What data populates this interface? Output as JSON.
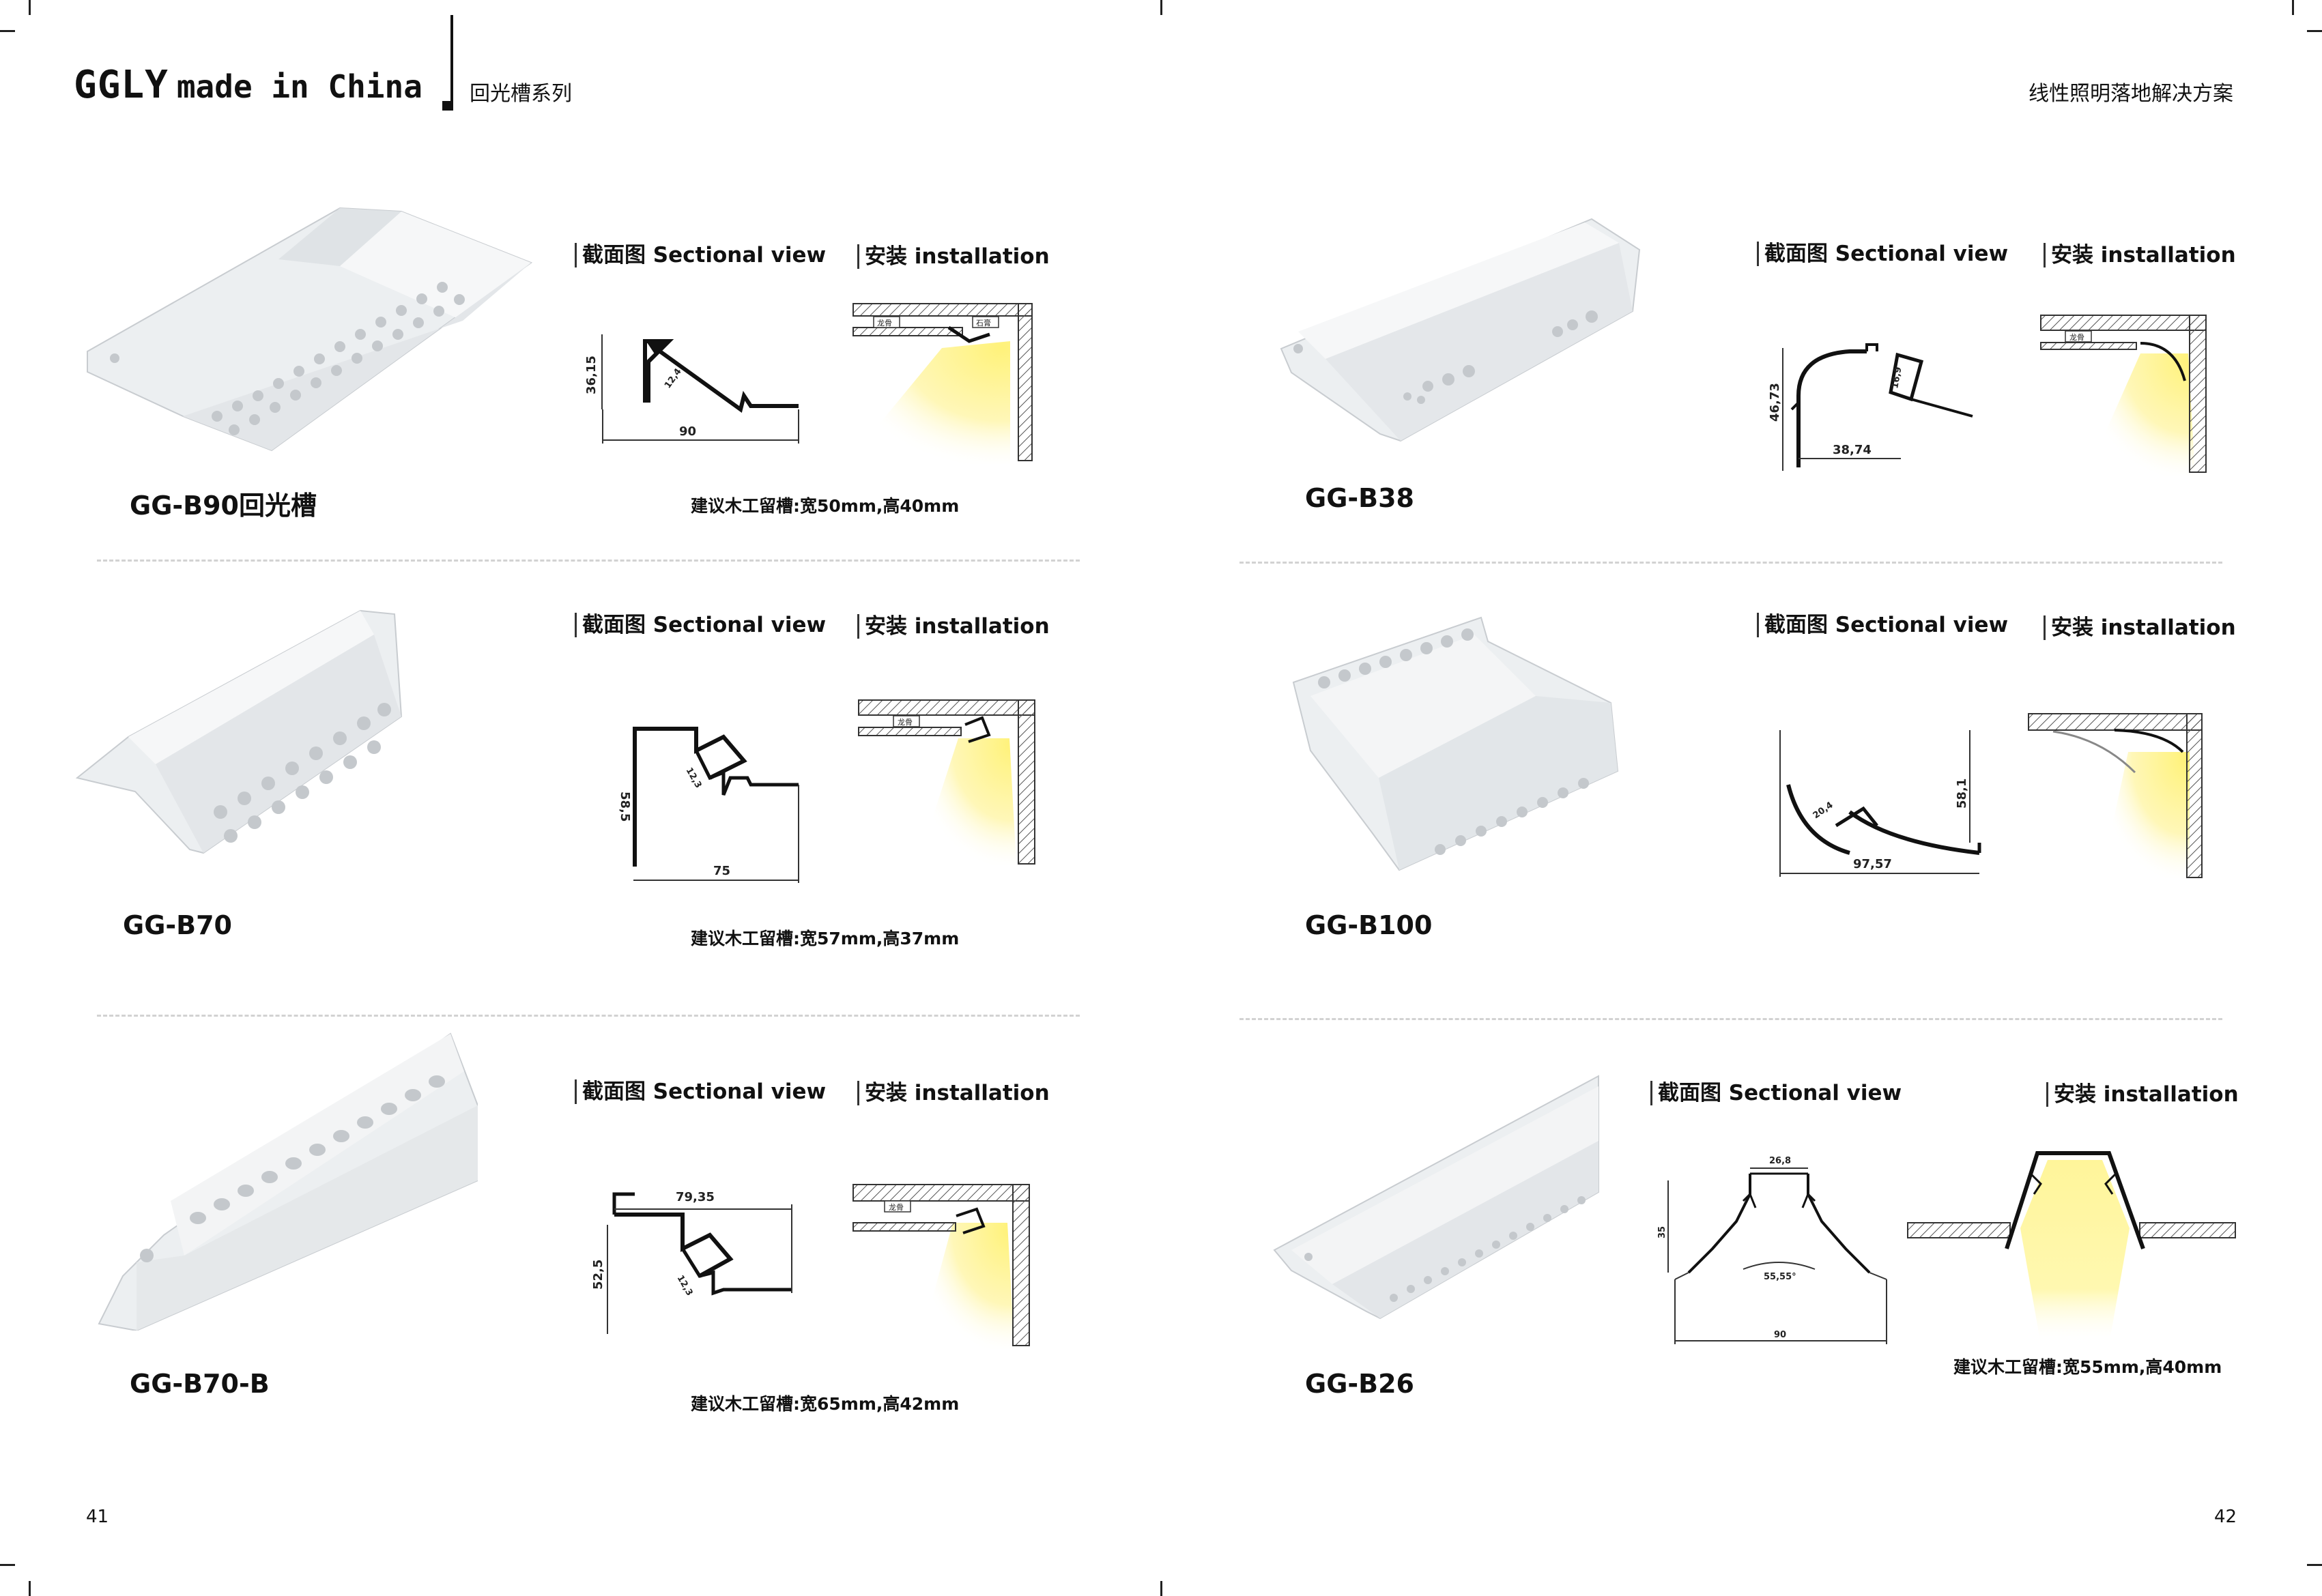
{
  "header": {
    "brand": "GGLY",
    "tagline": "made in China",
    "series": "回光槽系列",
    "right_title": "线性照明落地解决方案"
  },
  "labels": {
    "sectional": "截面图 Sectional view",
    "installation": "安装 installation",
    "tag_longgu": "龙骨",
    "tag_shiban": "石膏"
  },
  "products": [
    {
      "model": "GG-B90回光槽",
      "note": "建议木工留槽:宽50mm,高40mm",
      "dims": [
        "36,15",
        "12,4",
        "90"
      ]
    },
    {
      "model": "GG-B38",
      "note": "",
      "dims": [
        "46,73",
        "16,9",
        "38,74"
      ]
    },
    {
      "model": "GG-B70",
      "note": "建议木工留槽:宽57mm,高37mm",
      "dims": [
        "58,5",
        "12,3",
        "75"
      ]
    },
    {
      "model": "GG-B100",
      "note": "",
      "dims": [
        "58,1",
        "20,4",
        "97,57"
      ]
    },
    {
      "model": "GG-B70-B",
      "note": "建议木工留槽:宽65mm,高42mm",
      "dims": [
        "79,35",
        "52,5",
        "12,3"
      ]
    },
    {
      "model": "GG-B26",
      "note": "建议木工留槽:宽55mm,高40mm",
      "dims": [
        "26,8",
        "35",
        "55,55°",
        "90"
      ]
    }
  ],
  "pages": {
    "left": "41",
    "right": "42"
  },
  "colors": {
    "light": "#fff7a8",
    "profile": "#e9ecee",
    "ink": "#111111",
    "hatch": "#555555"
  }
}
